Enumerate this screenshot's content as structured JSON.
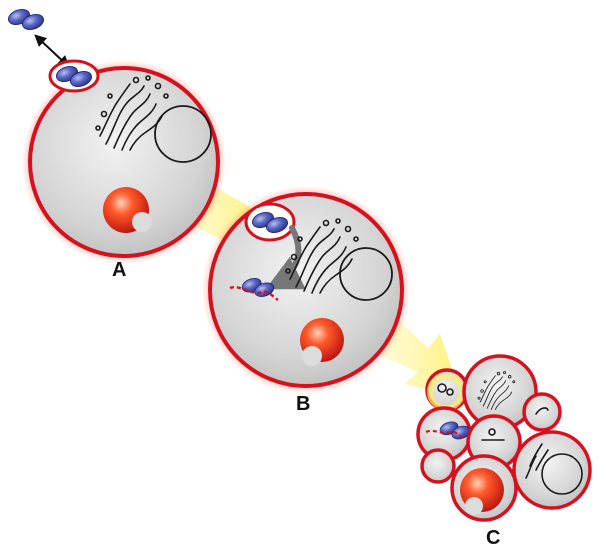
{
  "figure": {
    "labels": {
      "a": "A",
      "b": "B",
      "c": "C"
    },
    "colors": {
      "cell_border": "#d6111f",
      "cell_fill": "#c9c9c9",
      "molecule": "#5a67c4",
      "arrow_glow": "#fff07a",
      "vesicle": "#e8321c",
      "peptide": "#d6111f"
    },
    "icons": [
      "double-arrow-icon",
      "molecule-icon",
      "curved-arrow-icon",
      "golgi-icon",
      "nucleus-icon",
      "lysosome-icon"
    ]
  }
}
